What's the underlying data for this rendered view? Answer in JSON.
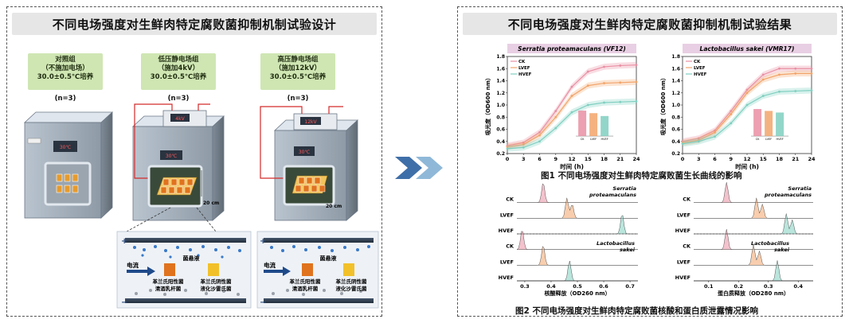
{
  "left": {
    "title": "不同电场强度对生鲜肉特定腐败菌抑制机制试验设计",
    "groups": [
      {
        "line1": "对照组",
        "line2": "（不施加电场）",
        "line3": "30.0±0.5℃培养",
        "n": "(n=3)"
      },
      {
        "line1": "低压静电场组",
        "line2": "（施加4kV）",
        "line3": "30.0±0.5℃培养",
        "n": "(n=3)"
      },
      {
        "line1": "高压静电场组",
        "line2": "（施加12kV）",
        "line3": "30.0±0.5℃培养",
        "n": "(n=3)"
      }
    ],
    "incubator_temp": "30℃",
    "meter_low": "4kV",
    "meter_high": "12kV",
    "dimension": "20 cm",
    "current_label": "电流",
    "suspension_label": "菌悬液",
    "gram_pos": "革兰氏阳性菌",
    "gram_pos_sp": "清酒乳杆菌",
    "gram_neg": "革兰氏阴性菌",
    "gram_neg_sp": "液化沙雷氏菌",
    "plus": "+",
    "minus": "−"
  },
  "right": {
    "title": "不同电场强度对生鲜肉特定腐败菌抑制机制试验结果",
    "fig1_caption": "图1  不同电场强度对生鲜肉特定腐败菌生长曲线的影响",
    "fig2_caption": "图2  不同电场强度对生鲜肉特定腐败菌核酸和蛋白质泄露情况影响",
    "legend": [
      "CK",
      "LVEF",
      "HVEF"
    ],
    "colors": {
      "CK": "#e98fa3",
      "LVEF": "#f2a46a",
      "HVEF": "#7fcfc0"
    },
    "x_ticks": [
      "0",
      "3",
      "6",
      "9",
      "12",
      "15",
      "18",
      "21",
      "24"
    ],
    "y_ticks": [
      "0.2",
      "0.4",
      "0.6",
      "0.8",
      "1.0",
      "1.2",
      "1.4",
      "1.6",
      "1.8"
    ],
    "xlabel": "时间 (h)",
    "ylabel": "吸光度（OD600 nm）",
    "ridge_rows": [
      "CK",
      "LVEF",
      "HVEF",
      "CK",
      "LVEF",
      "HVEF"
    ],
    "ridge1_xlabel": "核酸释放（OD260 nm）",
    "ridge1_ticks": [
      "0.3",
      "0.4",
      "0.5",
      "0.6",
      "0.7"
    ],
    "ridge2_xlabel": "蛋白质释放（OD280 nm）",
    "ridge2_ticks": [
      "0.1",
      "0.2",
      "0.3",
      "0.4"
    ],
    "sp1_a": "Serratia",
    "sp1_b": "proteamaculans",
    "sp2_a": "Lactobacillus",
    "sp2_b": "sakei"
  },
  "chart_data": [
    {
      "type": "line",
      "title": "Serratia proteamaculans (VF12)",
      "xlabel": "时间 (h)",
      "ylabel": "吸光度（OD600 nm）",
      "xlim": [
        0,
        24
      ],
      "ylim": [
        0.2,
        1.8
      ],
      "x": [
        0,
        3,
        6,
        9,
        12,
        15,
        18,
        21,
        24
      ],
      "series": [
        {
          "name": "CK",
          "values": [
            0.33,
            0.38,
            0.55,
            0.9,
            1.3,
            1.55,
            1.63,
            1.65,
            1.66
          ]
        },
        {
          "name": "LVEF",
          "values": [
            0.31,
            0.35,
            0.5,
            0.8,
            1.15,
            1.32,
            1.36,
            1.37,
            1.38
          ]
        },
        {
          "name": "HVEF",
          "values": [
            0.28,
            0.3,
            0.4,
            0.62,
            0.88,
            1.0,
            1.04,
            1.05,
            1.06
          ]
        }
      ],
      "inset_bars": {
        "categories": [
          "CK",
          "LVEF",
          "HVEF"
        ],
        "values": [
          0.8,
          0.72,
          0.63
        ]
      }
    },
    {
      "type": "line",
      "title": "Lactobacillus sakei (VMR17)",
      "xlabel": "时间 (h)",
      "ylabel": "吸光度（OD600 nm）",
      "xlim": [
        0,
        24
      ],
      "ylim": [
        0.2,
        1.8
      ],
      "x": [
        0,
        3,
        6,
        9,
        12,
        15,
        18,
        21,
        24
      ],
      "series": [
        {
          "name": "CK",
          "values": [
            0.4,
            0.45,
            0.58,
            0.9,
            1.25,
            1.5,
            1.6,
            1.6,
            1.6
          ]
        },
        {
          "name": "LVEF",
          "values": [
            0.38,
            0.42,
            0.55,
            0.85,
            1.2,
            1.42,
            1.5,
            1.52,
            1.52
          ]
        },
        {
          "name": "HVEF",
          "values": [
            0.36,
            0.4,
            0.48,
            0.7,
            1.0,
            1.15,
            1.22,
            1.23,
            1.24
          ]
        }
      ],
      "inset_bars": {
        "categories": [
          "CK",
          "LVEF",
          "HVEF"
        ],
        "values": [
          0.85,
          0.79,
          0.74
        ]
      }
    },
    {
      "type": "area",
      "title": "",
      "xlabel": "核酸释放（OD260 nm）",
      "xlim": [
        0.27,
        0.73
      ],
      "rows": [
        {
          "group": "Serratia proteamaculans",
          "name": "CK",
          "peaks": [
            0.37
          ]
        },
        {
          "group": "Serratia proteamaculans",
          "name": "LVEF",
          "peaks": [
            0.46,
            0.48
          ]
        },
        {
          "group": "Serratia proteamaculans",
          "name": "HVEF",
          "peaks": [
            0.67
          ]
        },
        {
          "group": "Lactobacillus sakei",
          "name": "CK",
          "peaks": [
            0.29
          ]
        },
        {
          "group": "Lactobacillus sakei",
          "name": "LVEF",
          "peaks": [
            0.37
          ]
        },
        {
          "group": "Lactobacillus sakei",
          "name": "HVEF",
          "peaks": [
            0.47
          ]
        }
      ]
    },
    {
      "type": "area",
      "title": "",
      "xlabel": "蛋白质释放（OD280 nm）",
      "xlim": [
        0.05,
        0.45
      ],
      "rows": [
        {
          "group": "Serratia proteamaculans",
          "name": "CK",
          "peaks": [
            0.16
          ]
        },
        {
          "group": "Serratia proteamaculans",
          "name": "LVEF",
          "peaks": [
            0.26,
            0.28
          ]
        },
        {
          "group": "Serratia proteamaculans",
          "name": "HVEF",
          "peaks": [
            0.36,
            0.38
          ]
        },
        {
          "group": "Lactobacillus sakei",
          "name": "CK",
          "peaks": [
            0.16
          ]
        },
        {
          "group": "Lactobacillus sakei",
          "name": "LVEF",
          "peaks": [
            0.25,
            0.27
          ]
        },
        {
          "group": "Lactobacillus sakei",
          "name": "HVEF",
          "peaks": [
            0.33
          ]
        }
      ]
    }
  ]
}
